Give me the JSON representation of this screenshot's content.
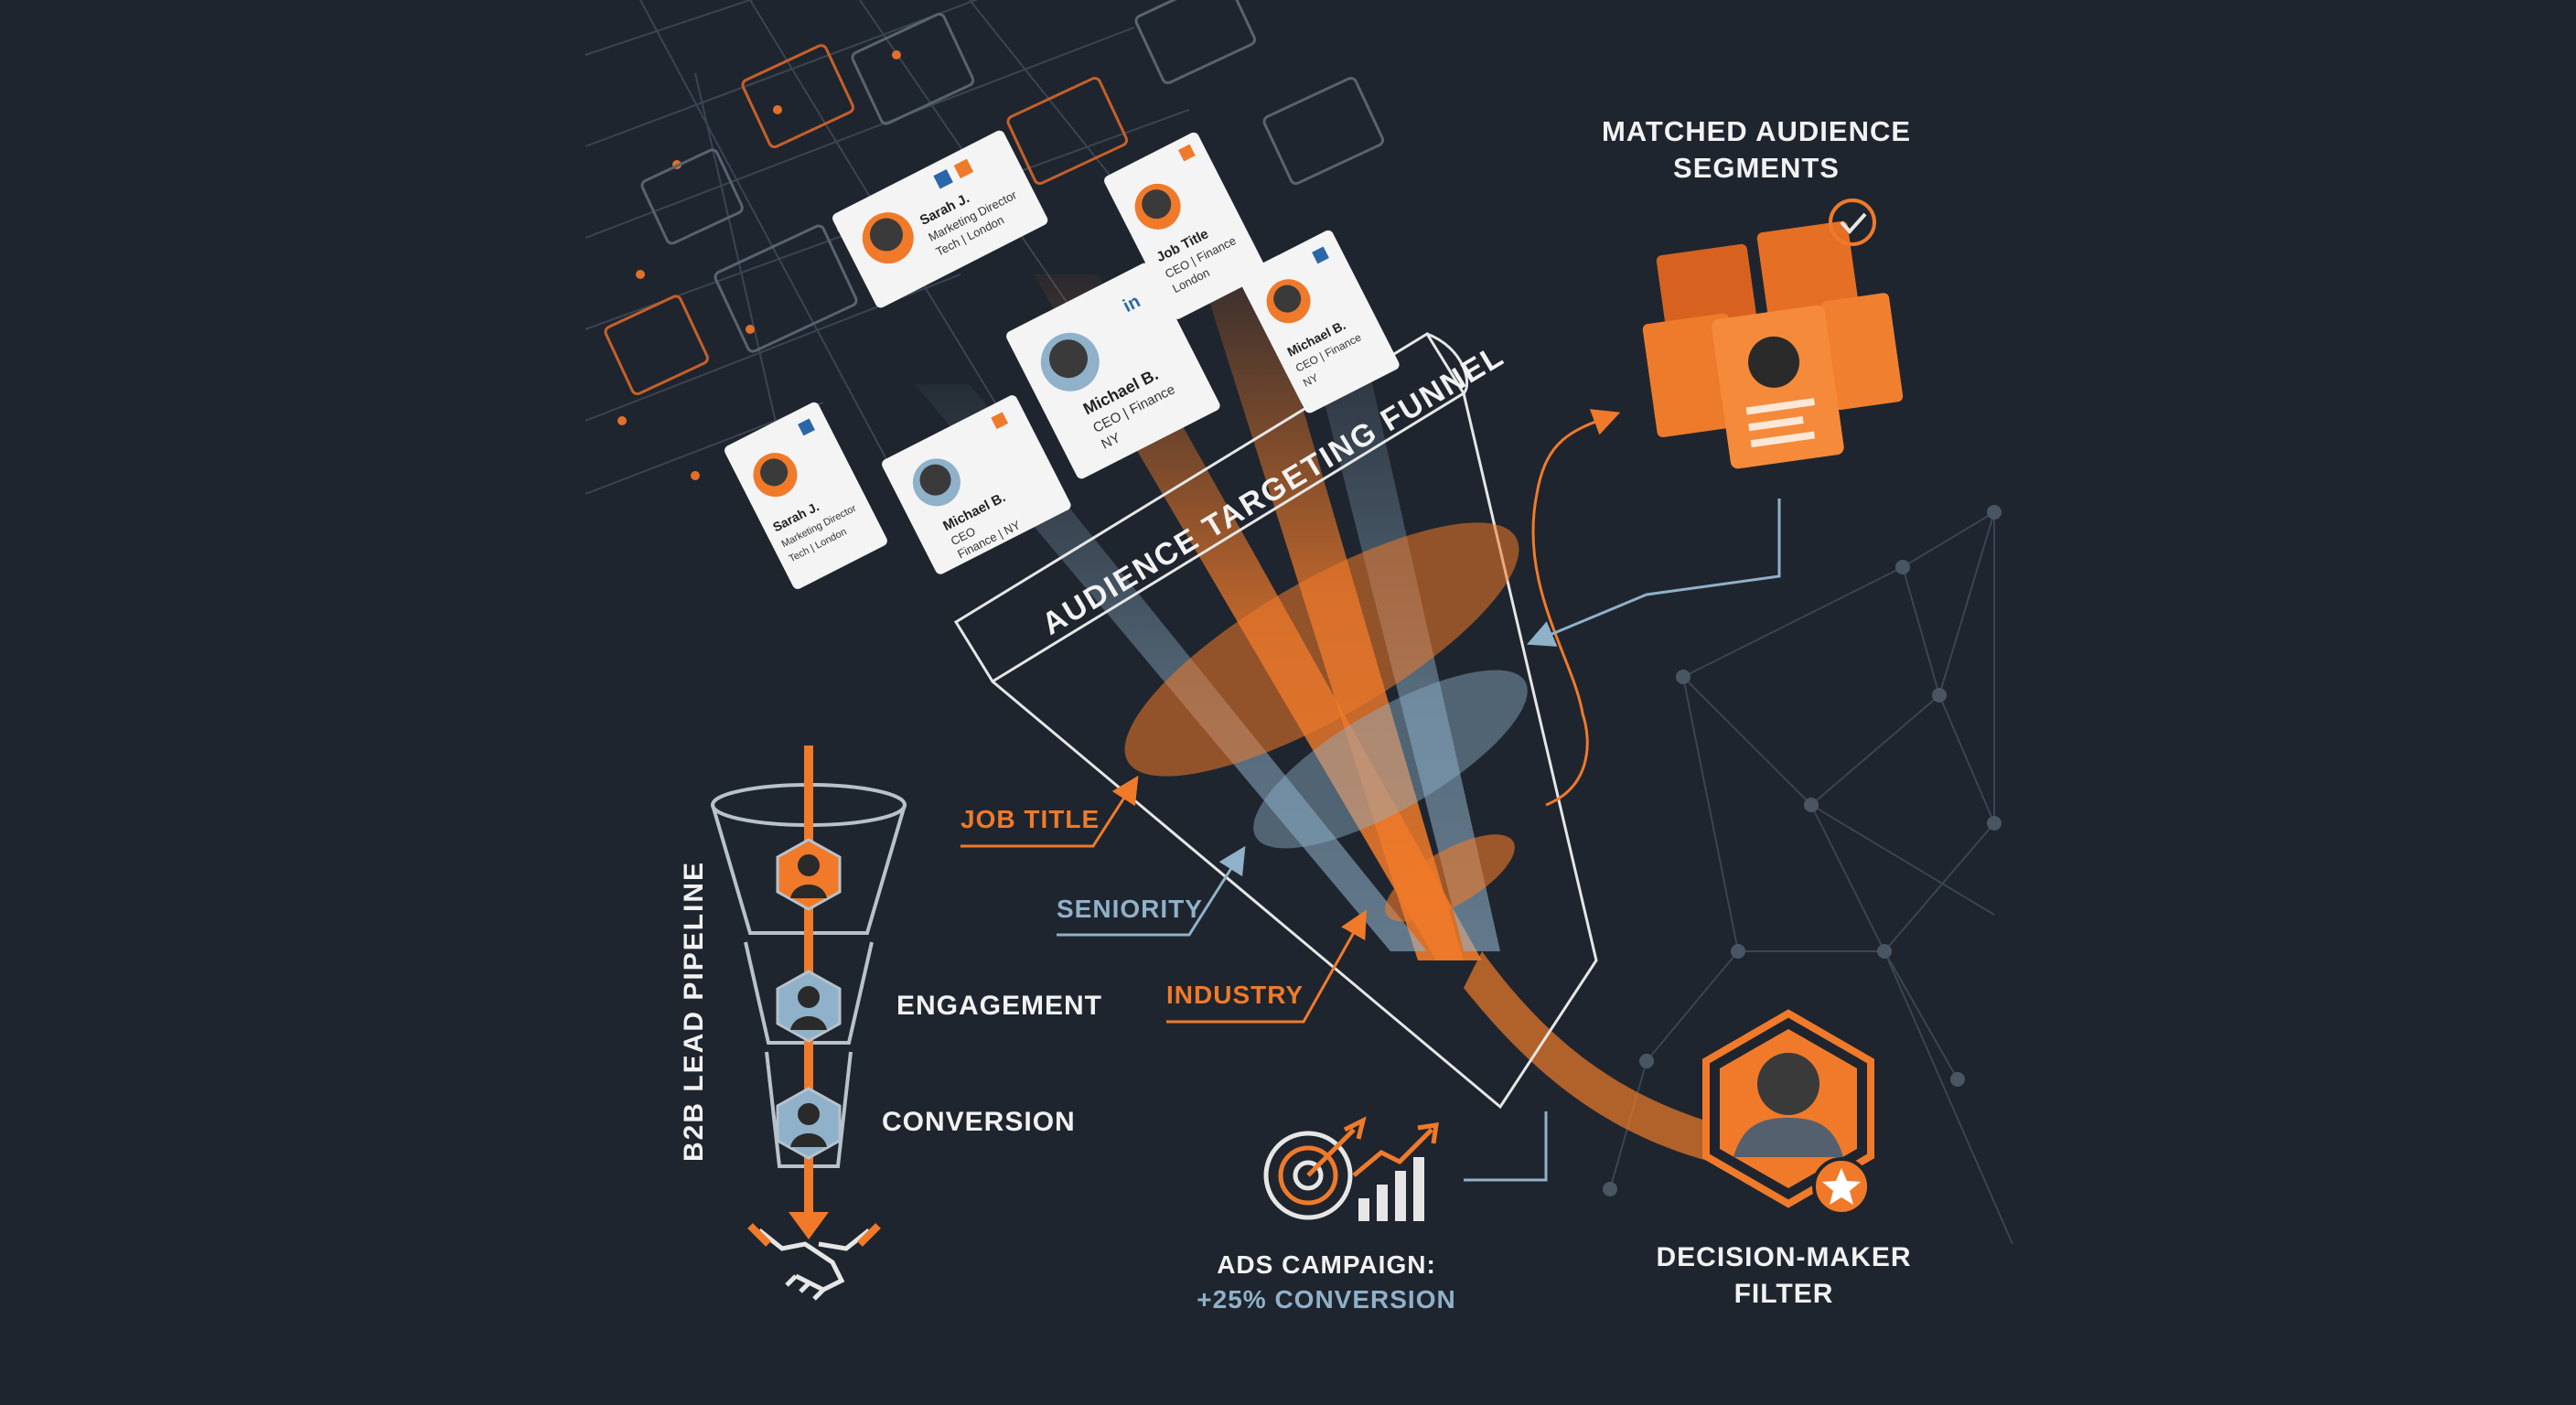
{
  "colors": {
    "background": "#1f252e",
    "accent_orange": "#f07a2a",
    "accent_blue": "#8fb1c9",
    "text_white": "#f2f2f2",
    "card_white": "#f4f4f4",
    "grid_line": "#3a4452"
  },
  "funnel": {
    "title": "AUDIENCE TARGETING FUNNEL",
    "filters": {
      "job_title": "JOB TITLE",
      "seniority": "SENIORITY",
      "industry": "INDUSTRY"
    }
  },
  "matched": {
    "title_line1": "MATCHED AUDIENCE",
    "title_line2": "SEGMENTS",
    "icon": "check-circle-icon"
  },
  "decision_maker": {
    "line1": "DECISION-MAKER",
    "line2": "FILTER",
    "icon": "star-badge-icon"
  },
  "ads": {
    "line1": "ADS CAMPAIGN:",
    "line2": "+25% CONVERSION",
    "icons": [
      "target-icon",
      "growth-chart-icon"
    ]
  },
  "pipeline": {
    "title": "B2B LEAD PIPELINE",
    "stages": [
      "ENGAGEMENT",
      "CONVERSION"
    ],
    "icon": "handshake-icon"
  },
  "profile_cards": [
    {
      "name": "Sarah J.",
      "line2": "Marketing Director",
      "line3": "Tech | London"
    },
    {
      "name": "Job Title",
      "line2": "CEO | Finance",
      "line3": "London"
    },
    {
      "name": "Michael B.",
      "line2": "CEO | Finance",
      "line3": "NY"
    },
    {
      "name": "Michael B.",
      "line2": "CEO | Finance",
      "line3": "NY"
    },
    {
      "name": "Sarah J.",
      "line2": "Marketing Director",
      "line3": "Tech | London"
    },
    {
      "name": "Michael B.",
      "line2": "CEO",
      "line3": "Finance | NY"
    }
  ],
  "card_badge": "in"
}
